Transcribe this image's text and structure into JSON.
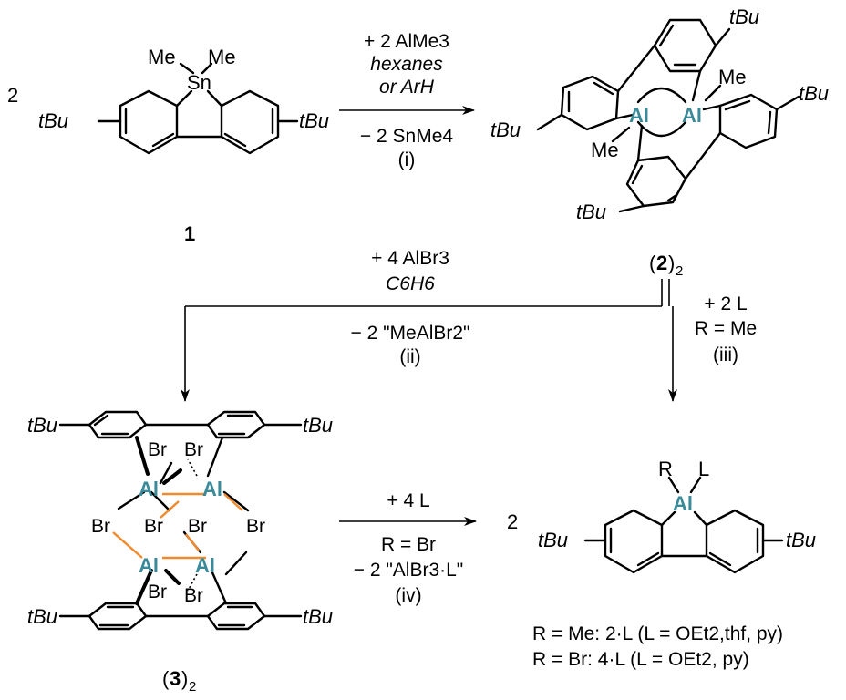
{
  "colors": {
    "aluminium": "#3a8a99",
    "bridge_bonds": "#f08a2c",
    "ink": "#000000"
  },
  "compound1": {
    "coefficient": "2",
    "me_left": "Me",
    "me_right": "Me",
    "center": "Sn",
    "tbu_left": "tBu",
    "tbu_right": "tBu",
    "label": "1"
  },
  "reaction_i": {
    "reagent": "+ 2 AlMe3",
    "solvent1": "hexanes",
    "solvent2": "or ArH",
    "byproduct": "− 2 SnMe4",
    "step": "(i)"
  },
  "dimer2": {
    "label_num": "2",
    "label_sub": "2",
    "tbu_top": "tBu",
    "tbu_left": "tBu",
    "tbu_right": "tBu",
    "tbu_bottom": "tBu",
    "al_left": "Al",
    "al_right": "Al",
    "me_left": "Me",
    "me_right": "Me"
  },
  "reaction_ii": {
    "reagent": "+ 4 AlBr3",
    "solvent": "C6H6",
    "byproduct": "− 2 \"MeAlBr2\"",
    "step": "(ii)"
  },
  "reaction_iii": {
    "reagent": "+ 2 L",
    "condition": "R = Me",
    "step": "(iii)"
  },
  "dimer3": {
    "label_num": "3",
    "label_sub": "2",
    "tbu": [
      "tBu",
      "tBu",
      "tBu",
      "tBu"
    ],
    "al": [
      "Al",
      "Al",
      "Al",
      "Al"
    ],
    "br": [
      "Br",
      "Br",
      "Br",
      "Br",
      "Br",
      "Br",
      "Br",
      "Br"
    ]
  },
  "reaction_iv": {
    "reagent": "+ 4 L",
    "condition": "R = Br",
    "byproduct": "− 2 \"AlBr3·L\"",
    "step": "(iv)"
  },
  "product": {
    "coefficient": "2",
    "r": "R",
    "l": "L",
    "center": "Al",
    "tbu_left": "tBu",
    "tbu_right": "tBu",
    "line1": "R = Me: 2·L (L = OEt2,thf, py)",
    "line2": "R = Br:  4·L (L = OEt2, py)"
  }
}
